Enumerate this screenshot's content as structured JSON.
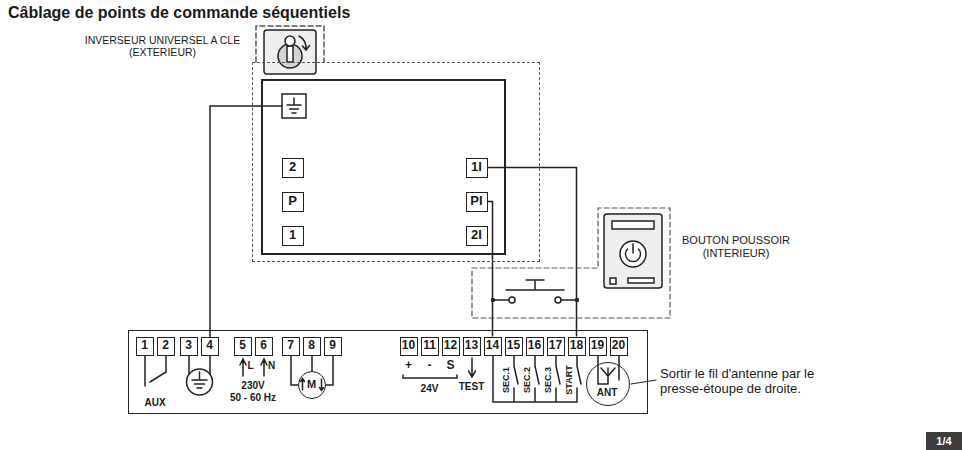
{
  "diagram": {
    "title": "Câblage de points de commande séquentiels",
    "nodes": [
      {
        "text": [
          "INVERSEUR UNIVERSEL A CLE (EXTERIEUR)"
        ]
      },
      {
        "text": [
          "2"
        ],
        "in": 0
      },
      {
        "text": [
          "1I"
        ],
        "in": 0
      },
      {
        "text": [
          "P"
        ],
        "in": 0
      },
      {
        "text": [
          "PI"
        ],
        "in": 0
      },
      {
        "text": [
          "1"
        ],
        "in": 0
      },
      {
        "text": [
          "2I"
        ],
        "in": 0
      },
      {
        "text": [
          "AUX",
          "L",
          "N",
          "230V",
          "50 - 60 Hz",
          "+",
          "-",
          "S",
          "24V",
          "TEST",
          "SEC.1",
          "SEC.2",
          "SEC.3",
          "START"
        ]
      },
      {
        "text": [
          "1"
        ],
        "in": 7
      },
      {
        "text": [
          "2"
        ],
        "in": 7
      },
      {
        "text": [
          "3"
        ],
        "in": 7
      },
      {
        "text": [
          "4"
        ],
        "in": 7
      },
      {
        "text": [
          "5"
        ],
        "in": 7
      },
      {
        "text": [
          "6"
        ],
        "in": 7
      },
      {
        "text": [
          "7"
        ],
        "in": 7
      },
      {
        "text": [
          "8"
        ],
        "in": 7
      },
      {
        "text": [
          "9"
        ],
        "in": 7
      },
      {
        "text": [
          "10"
        ],
        "in": 7
      },
      {
        "text": [
          "11"
        ],
        "in": 7
      },
      {
        "text": [
          "12"
        ],
        "in": 7
      },
      {
        "text": [
          "13"
        ],
        "in": 7
      },
      {
        "text": [
          "14"
        ],
        "in": 7
      },
      {
        "text": [
          "15"
        ],
        "in": 7
      },
      {
        "text": [
          "16"
        ],
        "in": 7
      },
      {
        "text": [
          "17"
        ],
        "in": 7
      },
      {
        "text": [
          "18"
        ],
        "in": 7
      },
      {
        "text": [
          "19"
        ],
        "in": 7
      },
      {
        "text": [
          "20"
        ],
        "in": 7
      },
      {
        "text": [
          "M"
        ],
        "in": 7
      },
      {
        "text": [
          "ANT"
        ],
        "in": 7
      },
      {
        "text": [
          "1/4"
        ]
      }
    ],
    "edges": [
      {
        "from": 2,
        "to": 25,
        "arrow": "none"
      },
      {
        "from": 4,
        "to": 21,
        "arrow": "none"
      }
    ],
    "labels": [
      "BOUTON POUSSOIR (INTERIEUR)",
      "Sortir le fil d'antenne par le presse-étoupe de droite."
    ]
  }
}
